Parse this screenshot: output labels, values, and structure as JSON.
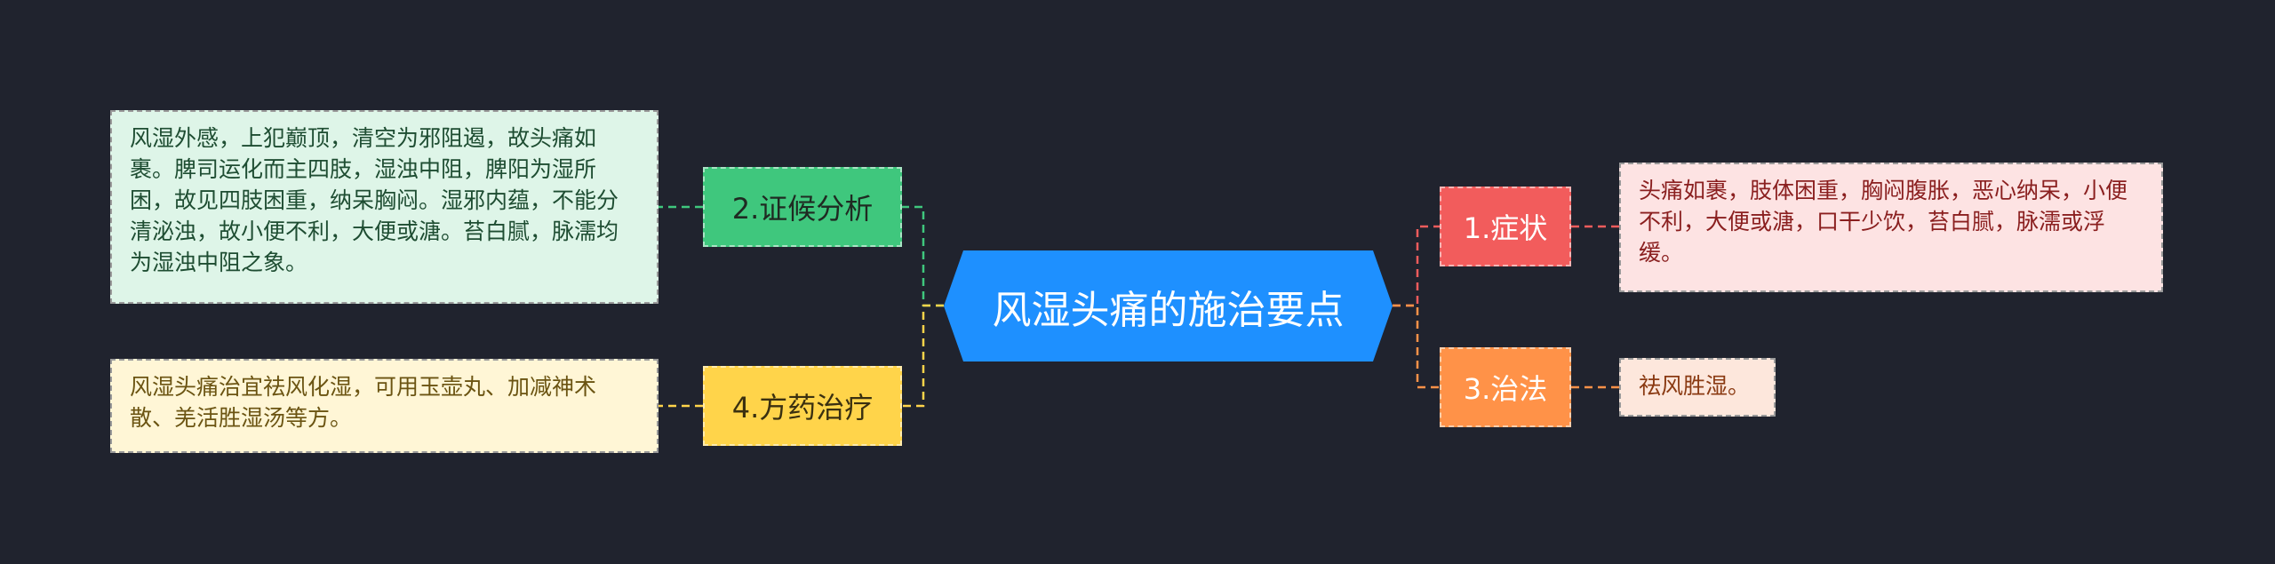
{
  "title": "风湿头痛的施治要点",
  "colors": {
    "background": "#20232e",
    "center": "#1e90ff",
    "b1": "#f25c5c",
    "b2": "#3fc77d",
    "b3": "#ff9248",
    "b4": "#ffd44a",
    "leaf1_bg": "#fde3e3",
    "leaf2_bg": "#def5e8",
    "leaf3_bg": "#fde7dc",
    "leaf4_bg": "#fff6d6"
  },
  "branches": [
    {
      "id": "b1",
      "label": "1.症状",
      "detail": "头痛如裹，肢体困重，胸闷腹胀，恶心纳呆，小便不利，大便或溏，口干少饮，苔白腻，脉濡或浮缓。"
    },
    {
      "id": "b2",
      "label": "2.证候分析",
      "detail": "风湿外感，上犯巅顶，清空为邪阻遏，故头痛如裹。脾司运化而主四肢，湿浊中阻，脾阳为湿所困，故见四肢困重，纳呆胸闷。湿邪内蕴，不能分清泌浊，故小便不利，大便或溏。苔白腻，脉濡均为湿浊中阻之象。"
    },
    {
      "id": "b3",
      "label": "3.治法",
      "detail": "祛风胜湿。"
    },
    {
      "id": "b4",
      "label": "4.方药治疗",
      "detail": "风湿头痛治宜祛风化湿，可用玉壶丸、加减神术散、羌活胜湿汤等方。"
    }
  ]
}
